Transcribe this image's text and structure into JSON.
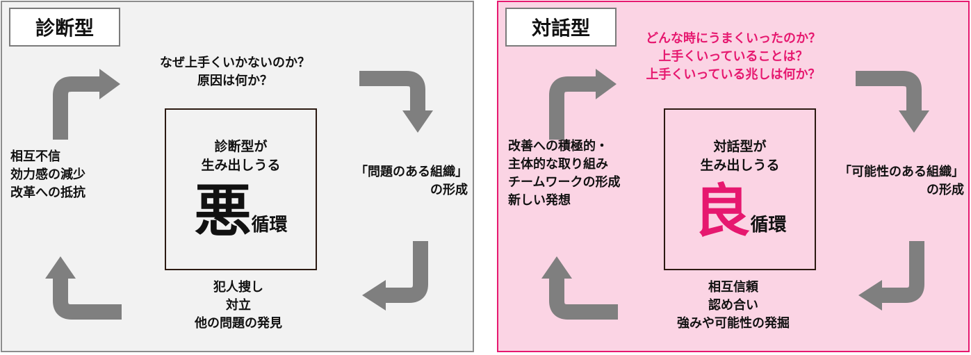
{
  "left": {
    "title": "診断型",
    "top_line1": "なぜ上手くいかないのか？",
    "top_line2": "原因は何か？",
    "center_line1": "診断型が",
    "center_line2": "生み出しうる",
    "big_char": "悪",
    "cycle_label": "循環",
    "right_line1": "「問題のある組織」",
    "right_line2": "の形成",
    "bottom_line1": "犯人捜し",
    "bottom_line2": "対立",
    "bottom_line3": "他の問題の発見",
    "left_line1": "相互不信",
    "left_line2": "効力感の減少",
    "left_line3": "改革への抵抗"
  },
  "right": {
    "title": "対話型",
    "top_line1": "どんな時にうまくいったのか？",
    "top_line2": "上手くいっていることは？",
    "top_line3": "上手くいっている兆しは何か？",
    "center_line1": "対話型が",
    "center_line2": "生み出しうる",
    "big_char": "良",
    "cycle_label": "循環",
    "right_line1": "「可能性のある組織」",
    "right_line2": "の形成",
    "bottom_line1": "相互信頼",
    "bottom_line2": "認め合い",
    "bottom_line3": "強みや可能性の発掘",
    "left_line1": "改善への積極的・",
    "left_line2": "主体的な取り組み",
    "left_line3": "チームワークの形成",
    "left_line4": "新しい発想"
  },
  "colors": {
    "left_panel_bg": "#f2f2f2",
    "left_panel_border": "#8c8c8c",
    "right_panel_bg": "#fbd4e4",
    "right_panel_border": "#e6186f",
    "accent_pink": "#e6186f",
    "arrow_gray": "#7f7f7f"
  }
}
